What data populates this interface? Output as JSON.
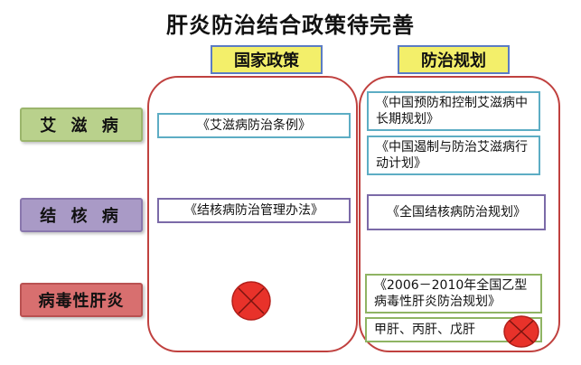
{
  "title": "肝炎防治结合政策待完善",
  "columns": [
    {
      "label": "国家政策"
    },
    {
      "label": "防治规划"
    }
  ],
  "rows": [
    {
      "label": "艾 滋 病"
    },
    {
      "label": "结 核 病"
    },
    {
      "label": "病毒性肝炎"
    }
  ],
  "policies": [
    {
      "text": "《艾滋病防治条例》"
    },
    {
      "text": "《结核病防治管理办法》"
    }
  ],
  "plans": [
    {
      "text": "《中国预防和控制艾滋病中长期规划》"
    },
    {
      "text": "《中国遏制与防治艾滋病行动计划》"
    },
    {
      "text": "《全国结核病防治规划》"
    },
    {
      "text": "《2006－2010年全国乙型病毒性肝炎防治规划》"
    },
    {
      "text": "甲肝、丙肝、戊肝"
    }
  ],
  "colors": {
    "header_fill": "#f3ef6a",
    "header_border": "#5b7cc4",
    "panel_border": "#c0413f",
    "aids": "#b9d18c",
    "tb": "#a99ac6",
    "hepatitis": "#d86f6f",
    "missing_mark": "#e8322a"
  },
  "icons": {
    "missing": "red-x-circle-icon"
  }
}
